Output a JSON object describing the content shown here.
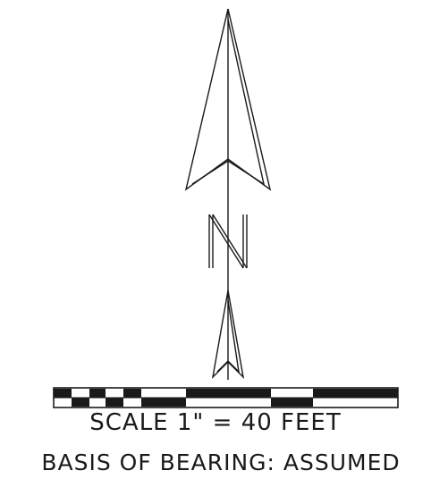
{
  "labels": {
    "north": "N",
    "scale": "SCALE 1\" = 40 FEET",
    "basis": "BASIS OF BEARING: ASSUMED"
  },
  "scale_bar": {
    "top_row": [
      "black",
      "white",
      "black",
      "white",
      "black",
      "white",
      "black",
      "black",
      "white",
      "black"
    ],
    "bottom_row": [
      "white",
      "black",
      "white",
      "black",
      "white",
      "black",
      "white",
      "white",
      "black",
      "white"
    ]
  },
  "colors": {
    "ink": "#1a1a1a",
    "paper": "#ffffff"
  }
}
